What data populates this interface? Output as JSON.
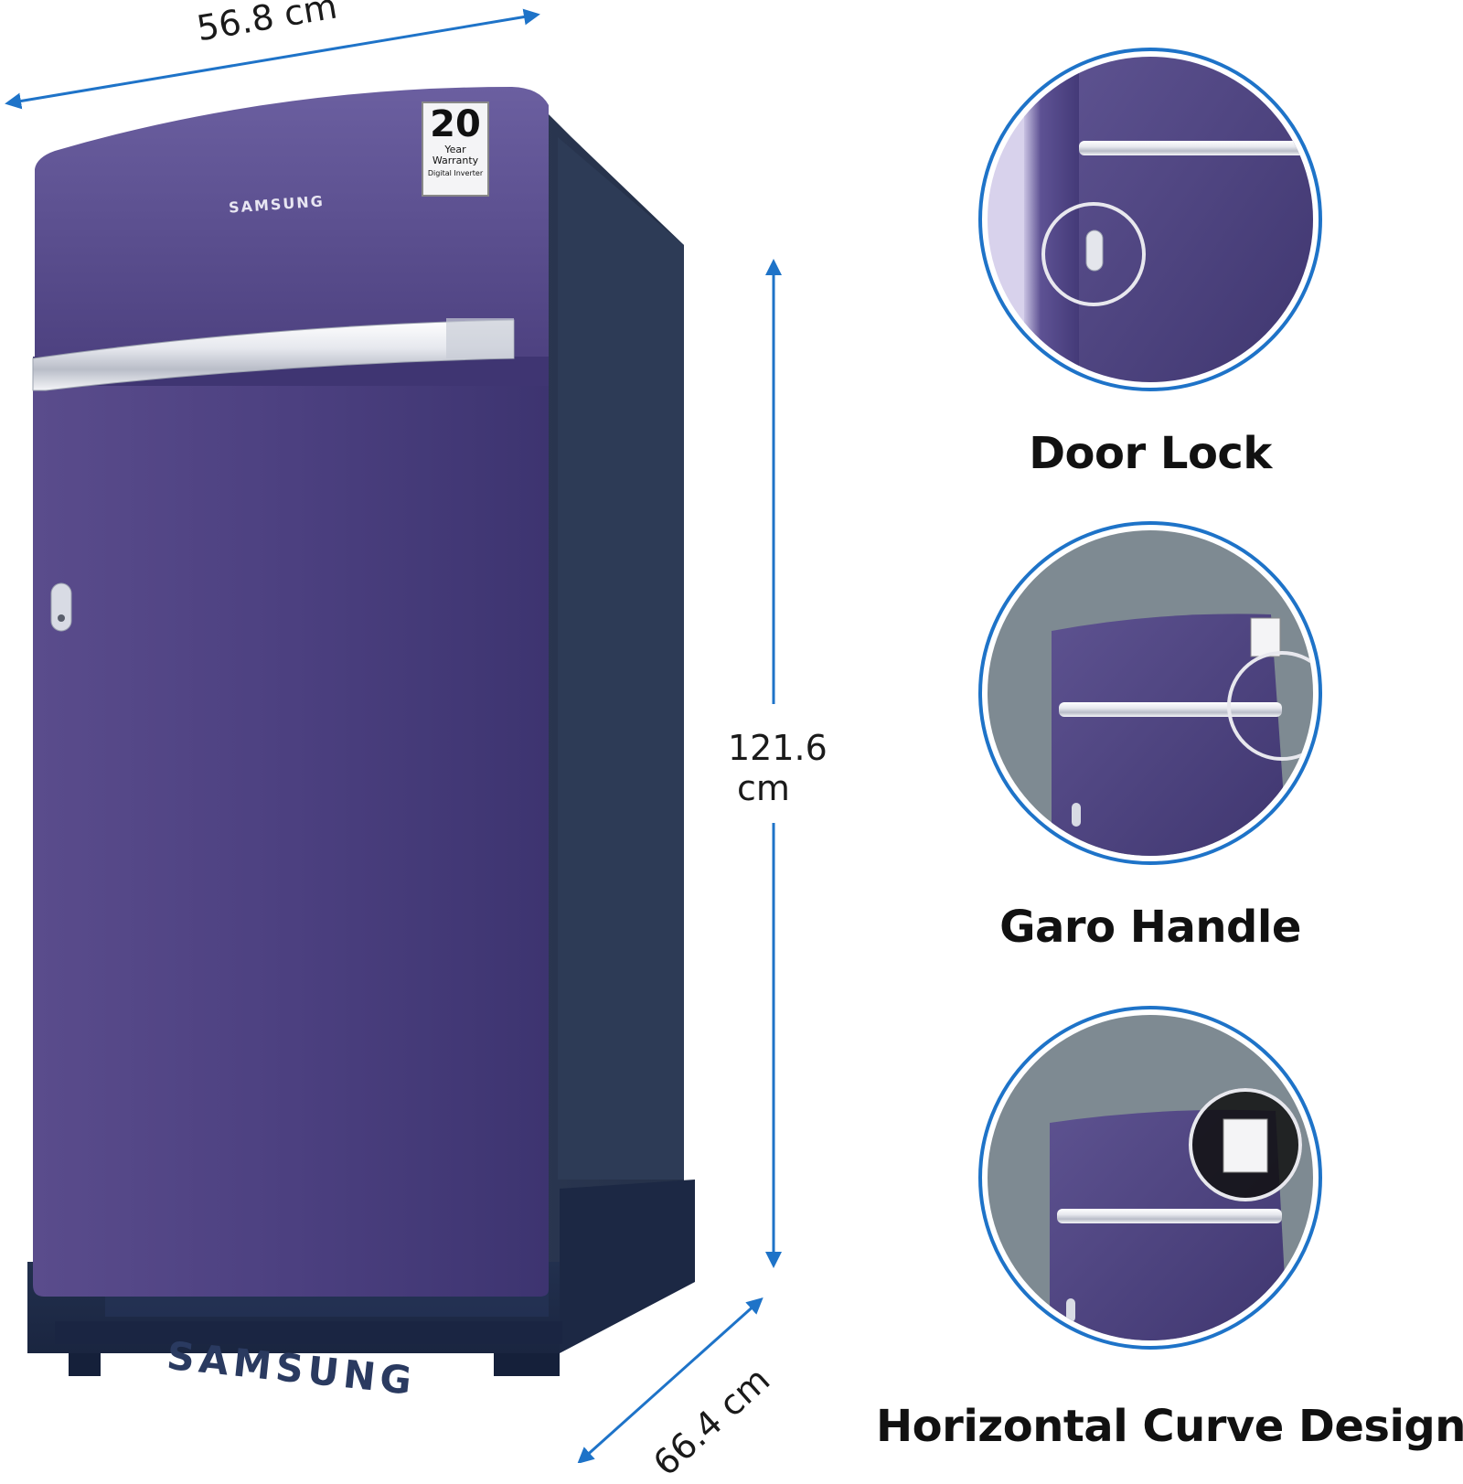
{
  "dimensions": {
    "width": "56.8 cm",
    "height_value": "121.6",
    "height_unit": "cm",
    "depth": "66.4 cm"
  },
  "product": {
    "brand": "SAMSUNG",
    "base_brand": "SAMSUNG",
    "badge": {
      "number": "20",
      "line1": "Year",
      "line2": "Warranty",
      "line3": "Digital Inverter"
    }
  },
  "features": [
    {
      "label": "Door Lock",
      "icon": "door-lock-closeup"
    },
    {
      "label": "Garo Handle",
      "icon": "handle-closeup"
    },
    {
      "label": "Horizontal Curve Design",
      "icon": "curve-closeup"
    }
  ],
  "colors": {
    "body": "#4a3f78",
    "side": "#2b3a52",
    "base": "#1f2c4a",
    "accent_blue": "#1e73c8",
    "chrome": "#e8eaf0"
  }
}
